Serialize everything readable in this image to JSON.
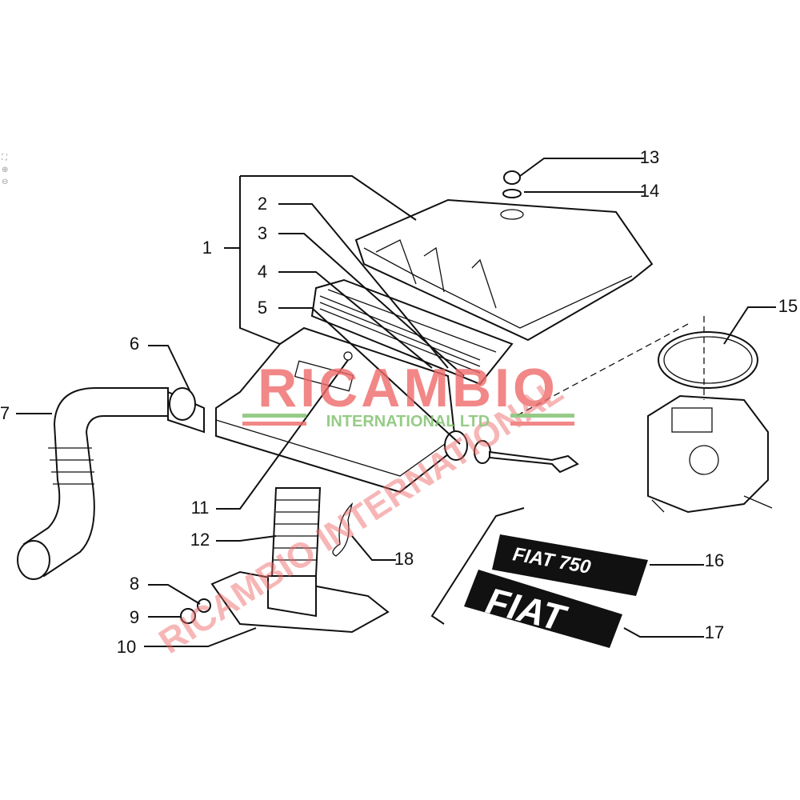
{
  "viewer_tools": [
    {
      "icon": "fullscreen-icon"
    },
    {
      "icon": "zoom-in-icon"
    },
    {
      "icon": "zoom-out-icon"
    }
  ],
  "callouts": [
    "1",
    "2",
    "3",
    "4",
    "5",
    "6",
    "7",
    "8",
    "9",
    "10",
    "11",
    "12",
    "13",
    "14",
    "15",
    "16",
    "17",
    "18"
  ],
  "logos": {
    "badge_16": "FIAT 750",
    "badge_17": "FIAT"
  },
  "watermark": {
    "main": "RICAMBIO",
    "sub": "INTERNATIONAL LTD",
    "diagonal": "RICAMBIO INTERNATIONAL",
    "red": "#f06a6a",
    "green": "#7cbf6a"
  }
}
